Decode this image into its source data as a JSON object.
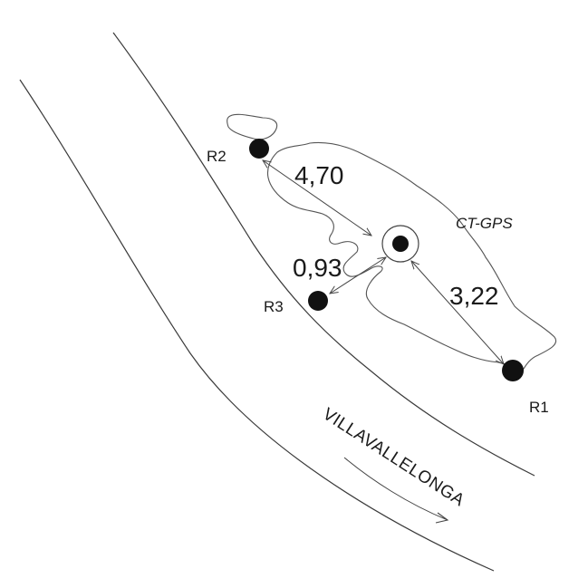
{
  "receivers": {
    "r1": "R1",
    "r2": "R2",
    "r3": "R3"
  },
  "center_label": "CT-GPS",
  "distances": {
    "r2_to_center": "4,70",
    "r3_to_center": "0,93",
    "r1_to_center": "3,22"
  },
  "road_label": "VILLAVALLELONGA",
  "colors": {
    "ink": "#1a1a1a",
    "lines": "#3a3a3a",
    "background": "#ffffff"
  }
}
